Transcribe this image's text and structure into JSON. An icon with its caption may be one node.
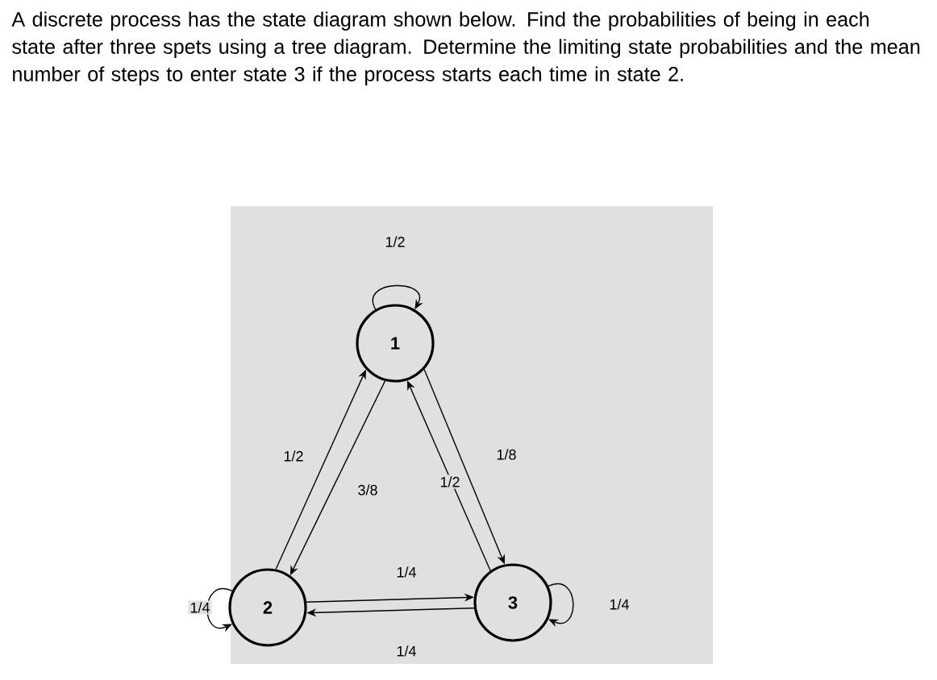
{
  "diagram": {
    "title": "A discrete process has the state diagram shown below. Find the probabilities of being in each state after three spets using a tree diagram. Determine the limiting state probabilities and the mean number of steps to enter state 3 if the process starts each time in state 2.",
    "nodes": [
      {
        "text": [
          "1"
        ]
      },
      {
        "text": [
          "2"
        ]
      },
      {
        "text": [
          "3"
        ]
      }
    ],
    "edges": [
      {
        "from": 0,
        "to": 0,
        "arrow": "to",
        "label": "1/2"
      },
      {
        "from": 1,
        "to": 0,
        "arrow": "to",
        "label": "1/2"
      },
      {
        "from": 0,
        "to": 1,
        "arrow": "to",
        "label": "3/8"
      },
      {
        "from": 2,
        "to": 0,
        "arrow": "to",
        "label": "1/2"
      },
      {
        "from": 0,
        "to": 2,
        "arrow": "to",
        "label": "1/8"
      },
      {
        "from": 1,
        "to": 2,
        "arrow": "to",
        "label": "1/4"
      },
      {
        "from": 2,
        "to": 1,
        "arrow": "to",
        "label": "1/4"
      },
      {
        "from": 1,
        "to": 1,
        "arrow": "to",
        "label": "1/4"
      },
      {
        "from": 2,
        "to": 2,
        "arrow": "to",
        "label": "1/4"
      }
    ]
  }
}
